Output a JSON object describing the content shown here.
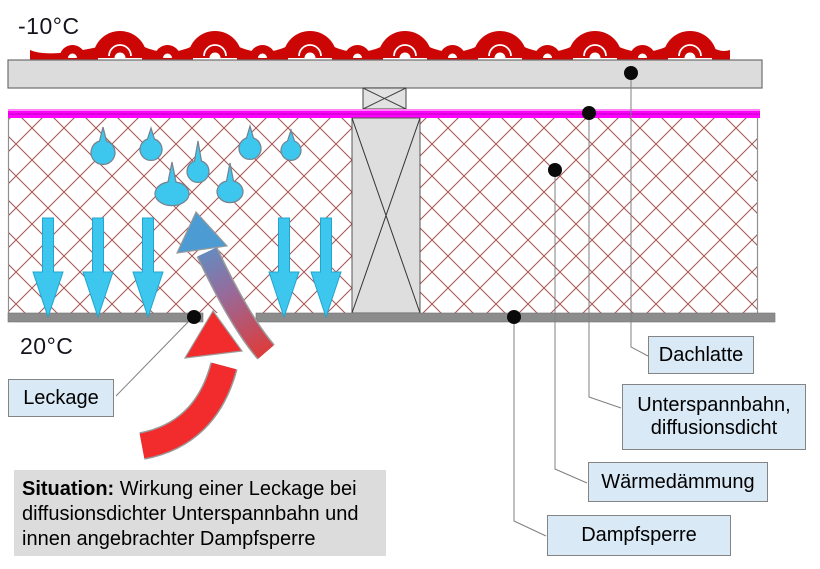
{
  "diagram": {
    "temperature_outside": "-10°C",
    "temperature_inside": "20°C"
  },
  "labels": {
    "leckage": "Leckage",
    "dachlatte": "Dachlatte",
    "unterspannbahn": "Unterspannbahn, diffusionsdicht",
    "waermedaemmung": "Wärmedämmung",
    "dampfsperre": "Dampfsperre"
  },
  "caption": {
    "heading": "Situation:",
    "text": " Wirkung einer Leckage bei diffusionsdichter Unterspannbahn und innen angebrachter Dampfsperre"
  },
  "colors": {
    "roof_tile_red": "#cc0505",
    "membrane_magenta": "#ff00ff",
    "insulation_hatch": "#a85858",
    "water_cyan": "#3dc7ef",
    "leak_arrow_red": "#f22c2c",
    "leak_arrow_blue": "#4c9bd2",
    "label_box_fill": "#d9e9f6",
    "vapor_barrier_gray": "#8c8c8c",
    "boarding_gray": "#dcdcdc",
    "caption_bg": "#dcdcdc"
  }
}
